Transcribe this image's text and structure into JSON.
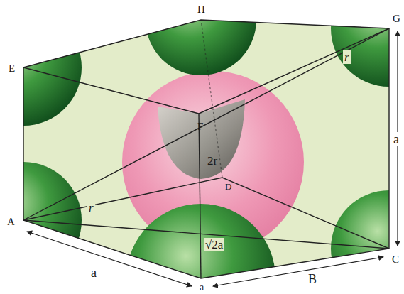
{
  "diagram": {
    "labels": [
      "H",
      "E",
      "G",
      "r",
      "F",
      "2r",
      "D",
      "A",
      "r",
      "a",
      "C",
      "√2a",
      "a",
      "B",
      "a"
    ]
  }
}
